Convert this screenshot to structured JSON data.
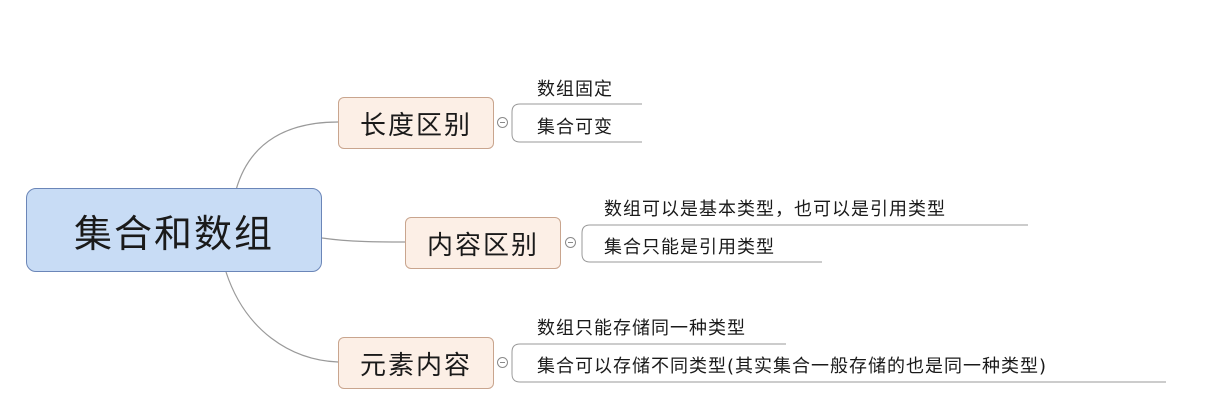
{
  "root": {
    "label": "集合和数组"
  },
  "branches": [
    {
      "label": "长度区别",
      "leaves": [
        "数组固定",
        "集合可变"
      ]
    },
    {
      "label": "内容区别",
      "leaves": [
        "数组可以是基本类型，也可以是引用类型",
        "集合只能是引用类型"
      ]
    },
    {
      "label": "元素内容",
      "leaves": [
        "数组只能存储同一种类型",
        "集合可以存储不同类型(其实集合一般存储的也是同一种类型)"
      ]
    }
  ],
  "colors": {
    "root_fill": "#c8dcf5",
    "root_border": "#6b86b8",
    "branch_fill": "#fcefe6",
    "branch_border": "#c9a58e",
    "connector": "#9a9a9a"
  }
}
